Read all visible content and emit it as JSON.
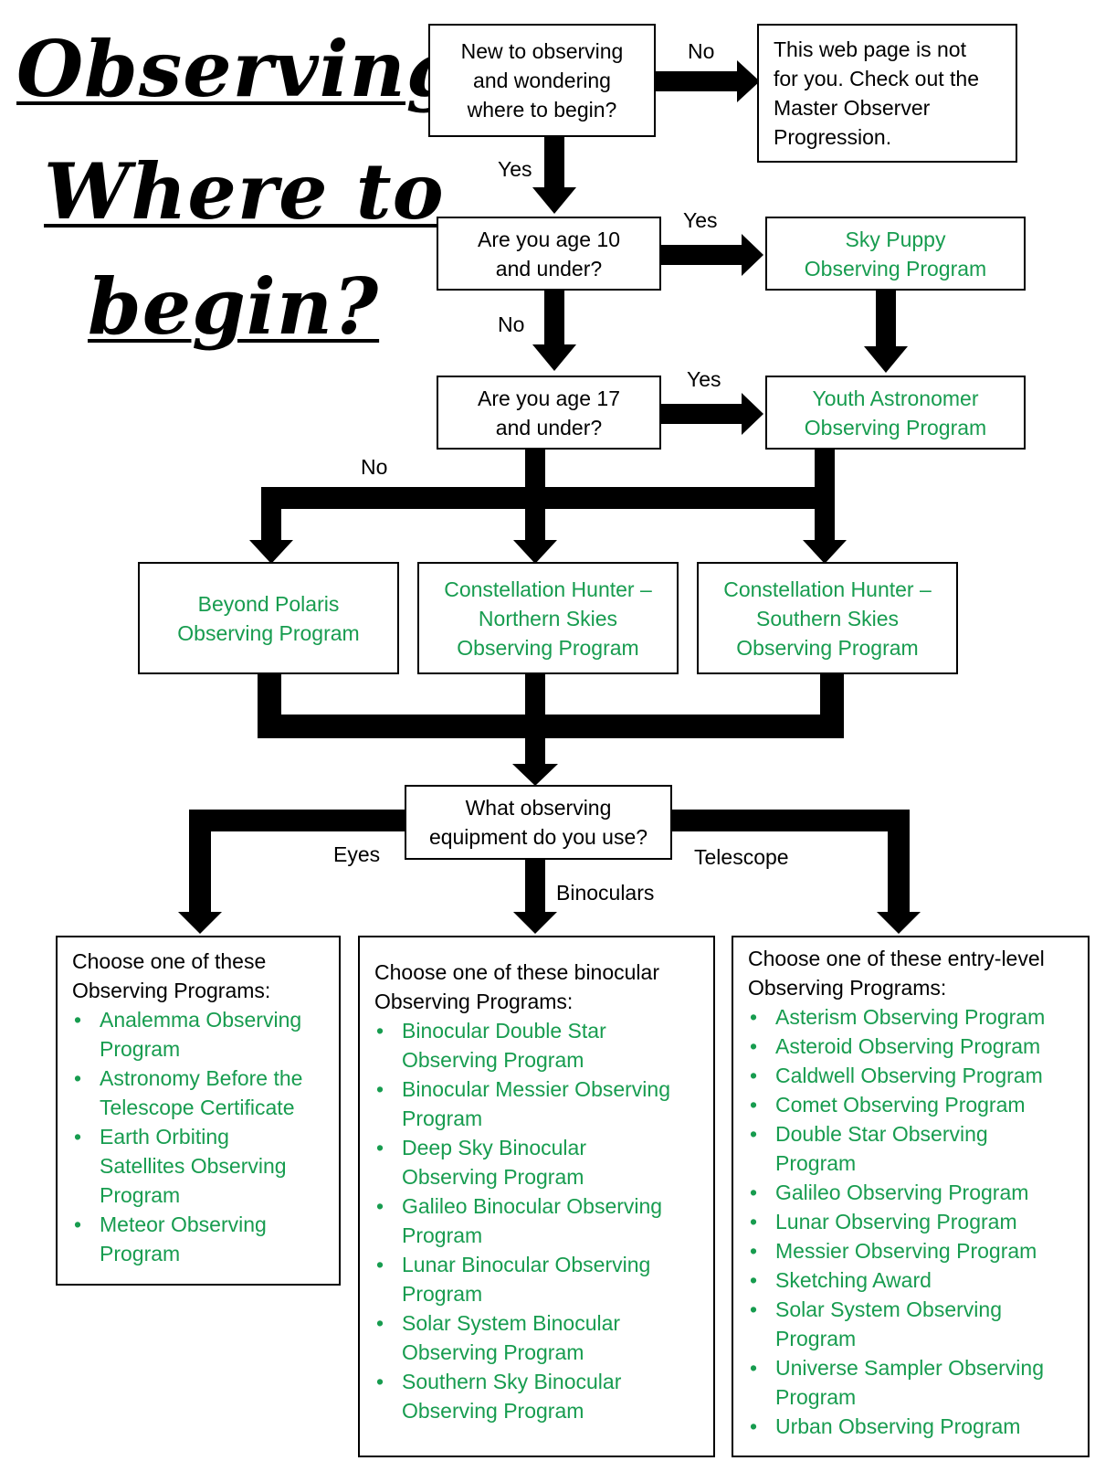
{
  "title": {
    "line1": "Observing:",
    "line2": "Where to",
    "line3": "begin?"
  },
  "colors": {
    "program_text": "#179c4f",
    "arrow": "#000000",
    "border": "#000000"
  },
  "nodes": {
    "start": "New to observing\nand wondering\nwhere to begin?",
    "not_for_you": "This web page is not\nfor you.  Check out the\nMaster Observer\nProgression.",
    "age10": "Are you age 10\nand under?",
    "sky_puppy": "Sky Puppy\nObserving Program",
    "age17": "Are you age 17\nand under?",
    "youth": "Youth Astronomer\nObserving Program",
    "beyond_polaris": "Beyond Polaris\nObserving Program",
    "ch_north": "Constellation Hunter –\nNorthern Skies\nObserving Program",
    "ch_south": "Constellation Hunter –\nSouthern Skies\nObserving Program",
    "equipment": "What observing\nequipment do you use?"
  },
  "edge_labels": {
    "start_no": "No",
    "start_yes": "Yes",
    "age10_yes": "Yes",
    "age10_no": "No",
    "age17_yes": "Yes",
    "age17_no": "No",
    "eyes": "Eyes",
    "binoculars": "Binoculars",
    "telescope": "Telescope"
  },
  "lists": {
    "eyes": {
      "intro": "Choose one of these\nObserving Programs:",
      "items": [
        "Analemma Observing\nProgram",
        "Astronomy Before the\nTelescope Certificate",
        "Earth Orbiting\nSatellites Observing\nProgram",
        "Meteor Observing\nProgram"
      ]
    },
    "binoculars": {
      "intro": "Choose one of these binocular\nObserving Programs:",
      "items": [
        "Binocular Double Star\nObserving Program",
        "Binocular Messier Observing\nProgram",
        "Deep Sky Binocular\nObserving Program",
        "Galileo Binocular Observing\nProgram",
        "Lunar Binocular Observing\nProgram",
        "Solar System Binocular\nObserving Program",
        "Southern Sky Binocular\nObserving Program"
      ]
    },
    "telescope": {
      "intro": "Choose one of these entry-level\nObserving Programs:",
      "items": [
        "Asterism Observing Program",
        "Asteroid Observing Program",
        "Caldwell Observing Program",
        "Comet Observing Program",
        "Double Star Observing\nProgram",
        "Galileo Observing Program",
        "Lunar Observing Program",
        "Messier Observing Program",
        "Sketching Award",
        "Solar System Observing\nProgram",
        "Universe Sampler Observing\nProgram",
        "Urban Observing Program"
      ]
    }
  }
}
